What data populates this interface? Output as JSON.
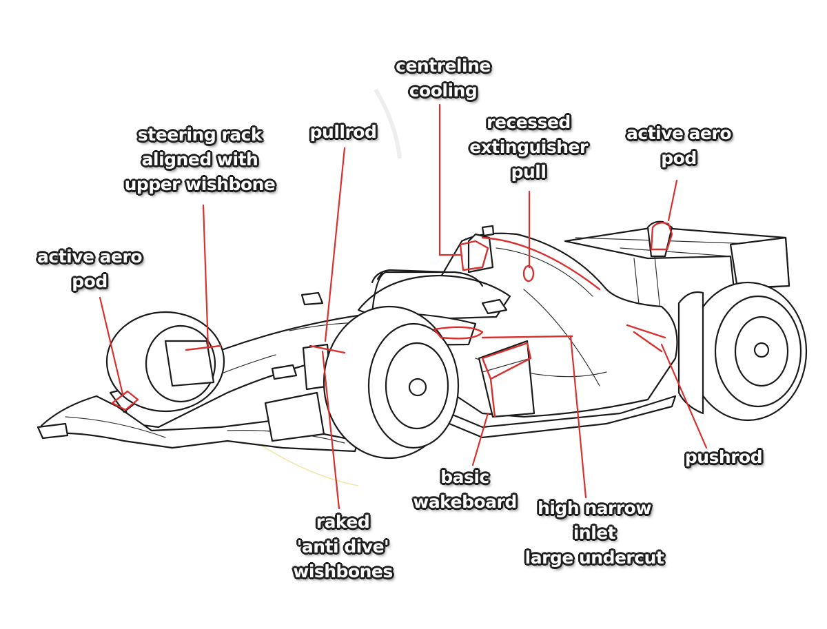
{
  "colors": {
    "annotation": "#d9302f",
    "outline": "#1a1a1a",
    "label_text": "#ffffff",
    "label_outline": "#1e1e1e"
  },
  "labels": {
    "centreline_cooling": [
      "centreline",
      "cooling"
    ],
    "recessed_extinguisher_pull": [
      "recessed",
      "extinguisher",
      "pull"
    ],
    "active_aero_pod_rear": [
      "active aero",
      "pod"
    ],
    "steering_rack": [
      "steering rack",
      "aligned with",
      "upper wishbone"
    ],
    "pullrod": [
      "pullrod"
    ],
    "active_aero_pod_front": [
      "active aero",
      "pod"
    ],
    "pushrod": [
      "pushrod"
    ],
    "basic_wakeboard": [
      "basic",
      "wakeboard"
    ],
    "high_narrow_inlet": [
      "high narrow",
      "inlet",
      "large undercut"
    ],
    "raked_anti_dive": [
      "raked",
      "'anti dive'",
      "wishbones"
    ]
  }
}
